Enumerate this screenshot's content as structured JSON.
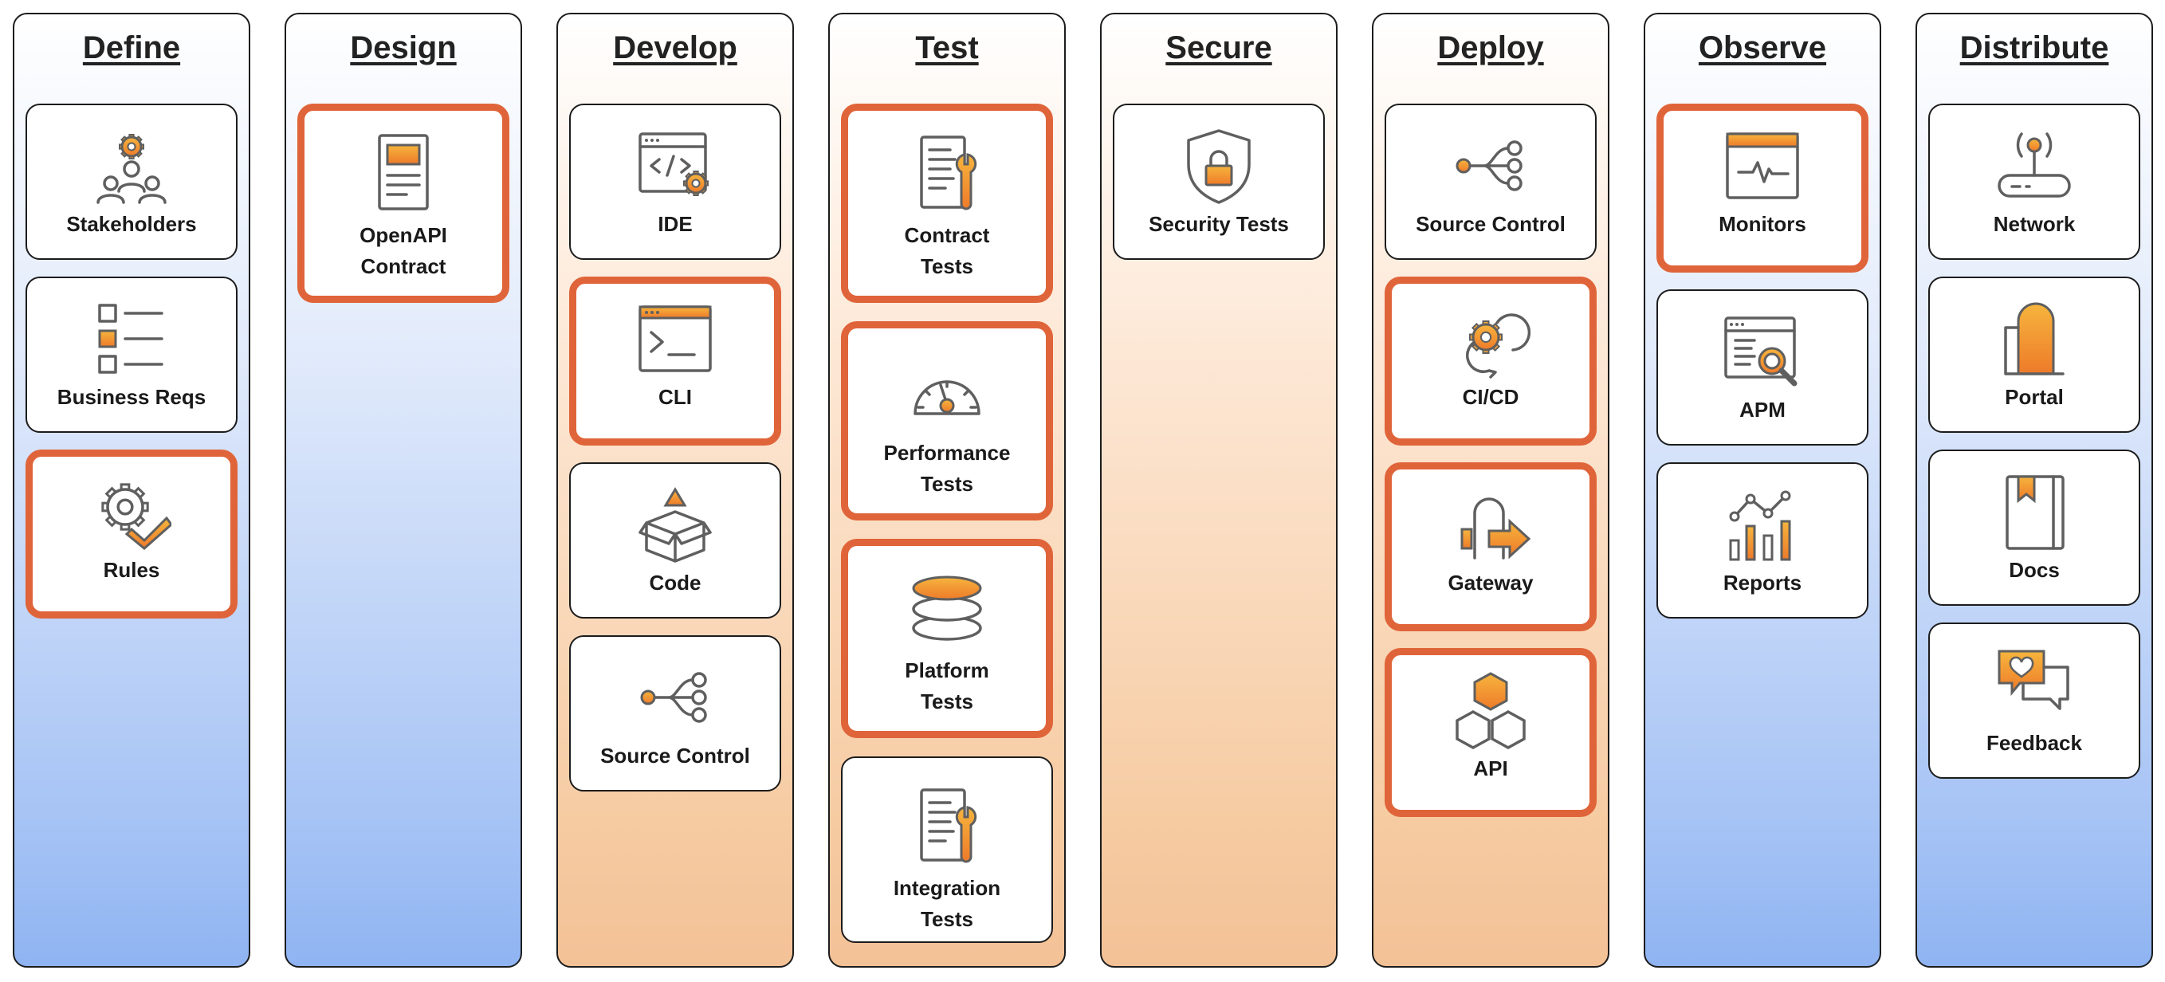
{
  "lanes": [
    {
      "title": "Define",
      "theme": "blue",
      "items": [
        {
          "label": "Stakeholders",
          "icon": "stakeholders-icon",
          "highlighted": false
        },
        {
          "label": "Business Reqs",
          "icon": "checklist-icon",
          "highlighted": false
        },
        {
          "label": "Rules",
          "icon": "gear-check-icon",
          "highlighted": true
        }
      ]
    },
    {
      "title": "Design",
      "theme": "blue",
      "items": [
        {
          "label": "OpenAPI Contract",
          "icon": "document-icon",
          "highlighted": true
        }
      ]
    },
    {
      "title": "Develop",
      "theme": "orange",
      "items": [
        {
          "label": "IDE",
          "icon": "ide-icon",
          "highlighted": false
        },
        {
          "label": "CLI",
          "icon": "terminal-icon",
          "highlighted": true
        },
        {
          "label": "Code",
          "icon": "box-icon",
          "highlighted": false
        },
        {
          "label": "Source Control",
          "icon": "branch-icon",
          "highlighted": false
        }
      ]
    },
    {
      "title": "Test",
      "theme": "orange",
      "items": [
        {
          "label": "Contract Tests",
          "icon": "document-wrench-icon",
          "highlighted": true
        },
        {
          "label": "Performance Tests",
          "icon": "gauge-icon",
          "highlighted": true
        },
        {
          "label": "Platform Tests",
          "icon": "stack-icon",
          "highlighted": true
        },
        {
          "label": "Integration Tests",
          "icon": "document-wrench-icon",
          "highlighted": false
        }
      ]
    },
    {
      "title": "Secure",
      "theme": "orange",
      "items": [
        {
          "label": "Security Tests",
          "icon": "shield-lock-icon",
          "highlighted": false
        }
      ]
    },
    {
      "title": "Deploy",
      "theme": "orange",
      "items": [
        {
          "label": "Source Control",
          "icon": "branch-icon",
          "highlighted": false
        },
        {
          "label": "CI/CD",
          "icon": "cicd-icon",
          "highlighted": true
        },
        {
          "label": "Gateway",
          "icon": "gateway-icon",
          "highlighted": true
        },
        {
          "label": "API",
          "icon": "hexagons-icon",
          "highlighted": true
        }
      ]
    },
    {
      "title": "Observe",
      "theme": "blue",
      "items": [
        {
          "label": "Monitors",
          "icon": "monitor-icon",
          "highlighted": true
        },
        {
          "label": "APM",
          "icon": "apm-icon",
          "highlighted": false
        },
        {
          "label": "Reports",
          "icon": "reports-icon",
          "highlighted": false
        }
      ]
    },
    {
      "title": "Distribute",
      "theme": "blue",
      "items": [
        {
          "label": "Network",
          "icon": "router-icon",
          "highlighted": false
        },
        {
          "label": "Portal",
          "icon": "portal-icon",
          "highlighted": false
        },
        {
          "label": "Docs",
          "icon": "book-icon",
          "highlighted": false
        },
        {
          "label": "Feedback",
          "icon": "feedback-icon",
          "highlighted": false
        }
      ]
    }
  ],
  "colors": {
    "highlight": "#e0643a",
    "accent": "#f08a2c",
    "stroke": "#5f5f5f"
  }
}
